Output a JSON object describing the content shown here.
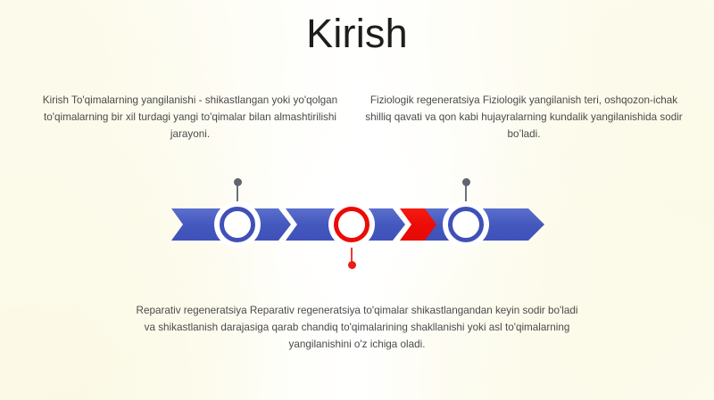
{
  "slide": {
    "title": "Kirish",
    "background_color": "#ffffff",
    "title_color": "#1d1d1b",
    "body_text_color": "#4a4a4a"
  },
  "blocks": {
    "left": "Kirish To'qimalarning yangilanishi - shikastlangan yoki yo'qolgan to'qimalarning bir xil turdagi yangi to'qimalar bilan almashtirilishi jarayoni.",
    "right": "Fiziologik regeneratsiya Fiziologik yangilanish teri, oshqozon-ichak shilliq qavati va qon kabi hujayralarning kundalik yangilanishida sodir bo’ladi.",
    "bottom": "Reparativ regeneratsiya Reparativ regeneratsiya to'qimalar shikastlangandan keyin sodir bo'ladi va shikastlanish darajasiga qarab chandiq to'qimalarining shakllanishi yoki asl to'qimalarning yangilanishini o'z ichiga oladi."
  },
  "diagram": {
    "type": "chevron-process-bar",
    "segment_colors": {
      "blue": "#3f51b8",
      "red": "#ec0b07"
    },
    "connector_colors": {
      "up": "#5f646e",
      "down": "#ea1c16"
    },
    "segments": [
      {
        "name": "segment-1",
        "color": "blue"
      },
      {
        "name": "segment-2",
        "color": "blue"
      },
      {
        "name": "segment-3",
        "color": "red"
      },
      {
        "name": "segment-4",
        "color": "blue"
      }
    ],
    "nodes": [
      {
        "name": "node-1",
        "color": "blue",
        "connector": "up",
        "links_to": "left"
      },
      {
        "name": "node-2",
        "color": "red",
        "connector": "down",
        "links_to": "bottom"
      },
      {
        "name": "node-3",
        "color": "blue",
        "connector": "up",
        "links_to": "right"
      }
    ]
  }
}
